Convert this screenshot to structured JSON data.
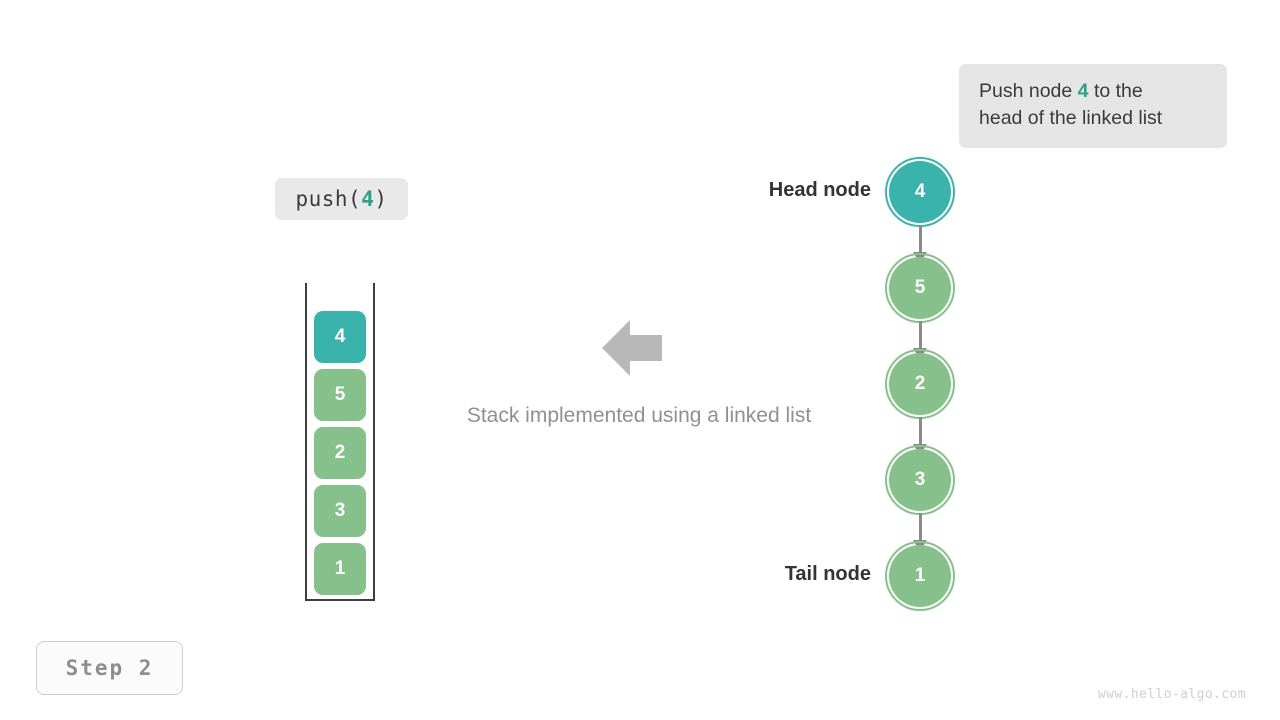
{
  "callout": {
    "line1_pre": "Push node ",
    "line1_hl": "4",
    "line1_post": " to the",
    "line2": "head of the linked list",
    "bg_color": "#e5e5e5",
    "highlight_color": "#2f9e8c"
  },
  "operation": {
    "label_pre": "push(",
    "label_arg": "4",
    "label_post": ")",
    "bg_color": "#e9e9e9"
  },
  "stack": {
    "title": "stack-container",
    "cells": [
      {
        "value": "4",
        "color": "#3bb3ad",
        "state": "new"
      },
      {
        "value": "5",
        "color": "#86c08a",
        "state": "existing"
      },
      {
        "value": "2",
        "color": "#86c08a",
        "state": "existing"
      },
      {
        "value": "3",
        "color": "#86c08a",
        "state": "existing"
      },
      {
        "value": "1",
        "color": "#86c08a",
        "state": "existing"
      }
    ],
    "border_color": "#3f3f3f"
  },
  "middle": {
    "arrow_icon": "arrow-left-icon",
    "arrow_color": "#b8b8b8",
    "caption": "Stack implemented using a linked list",
    "caption_color": "#909090"
  },
  "linked_list": {
    "head_label": "Head node",
    "tail_label": "Tail node",
    "edge_color": "#8a8a8a",
    "nodes": [
      {
        "value": "4",
        "color": "#3bb3ad",
        "ring": "#3bb3ad",
        "role": "head"
      },
      {
        "value": "5",
        "color": "#86c08a",
        "ring": "#86c08a",
        "role": "middle"
      },
      {
        "value": "2",
        "color": "#86c08a",
        "ring": "#86c08a",
        "role": "middle"
      },
      {
        "value": "3",
        "color": "#86c08a",
        "ring": "#86c08a",
        "role": "middle"
      },
      {
        "value": "1",
        "color": "#86c08a",
        "ring": "#86c08a",
        "role": "tail"
      }
    ]
  },
  "step_badge": {
    "label": "Step 2"
  },
  "watermark": {
    "text": "www.hello-algo.com"
  }
}
